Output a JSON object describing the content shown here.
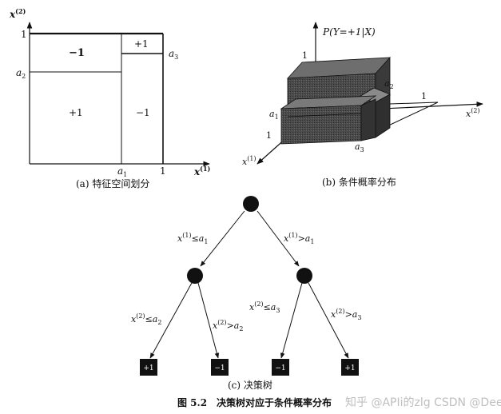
{
  "panel_a": {
    "y_axis_label": "x",
    "y_axis_sup": "(2)",
    "x_axis_label": "x",
    "x_axis_sup": "(1)",
    "y_tick_1": "1",
    "y_tick_a2": "a",
    "y_tick_a2_sub": "2",
    "x_tick_a1": "a",
    "x_tick_a1_sub": "1",
    "x_tick_1": "1",
    "a3_label": "a",
    "a3_sub": "3",
    "region_top_left": "−1",
    "region_top_right": "+1",
    "region_bottom_left": "+1",
    "region_bottom_right": "−1",
    "caption": "(a) 特征空间划分"
  },
  "panel_b": {
    "z_axis_label": "P(Y=+1|X)",
    "z_tick": "1",
    "x2_axis_label": "x",
    "x2_axis_sup": "(2)",
    "x2_tick": "1",
    "x1_axis_label": "x",
    "x1_axis_sup": "(1)",
    "x1_tick": "1",
    "a1_label": "a",
    "a1_sub": "1",
    "a2_label": "a",
    "a2_sub": "2",
    "a3_label": "a",
    "a3_sub": "3",
    "caption": "(b) 条件概率分布"
  },
  "panel_c": {
    "left_edge": {
      "var": "x",
      "sup": "(1)",
      "op": "≤",
      "thr": "a",
      "sub": "1"
    },
    "right_edge": {
      "var": "x",
      "sup": "(1)",
      "op": ">",
      "thr": "a",
      "sub": "1"
    },
    "ll_edge": {
      "var": "x",
      "sup": "(2)",
      "op": "≤",
      "thr": "a",
      "sub": "2"
    },
    "lr_edge": {
      "var": "x",
      "sup": "(2)",
      "op": ">",
      "thr": "a",
      "sub": "2"
    },
    "rl_edge": {
      "var": "x",
      "sup": "(2)",
      "op": "≤",
      "thr": "a",
      "sub": "3"
    },
    "rr_edge": {
      "var": "x",
      "sup": "(2)",
      "op": ">",
      "thr": "a",
      "sub": "3"
    },
    "leaves": [
      "+1",
      "−1",
      "−1",
      "+1"
    ],
    "caption": "(c) 决策树"
  },
  "figure_caption": "图 5.2　决策树对应于条件概率分布",
  "watermark": "知乎 @APIi的zlg  CSDN @DeeGLMath",
  "colors": {
    "ink": "#111111",
    "box_dark": "#3a3a3a",
    "box_mid": "#5a5a5a",
    "box_light": "#7a7a7a",
    "watermark": "#bfbfbf"
  }
}
